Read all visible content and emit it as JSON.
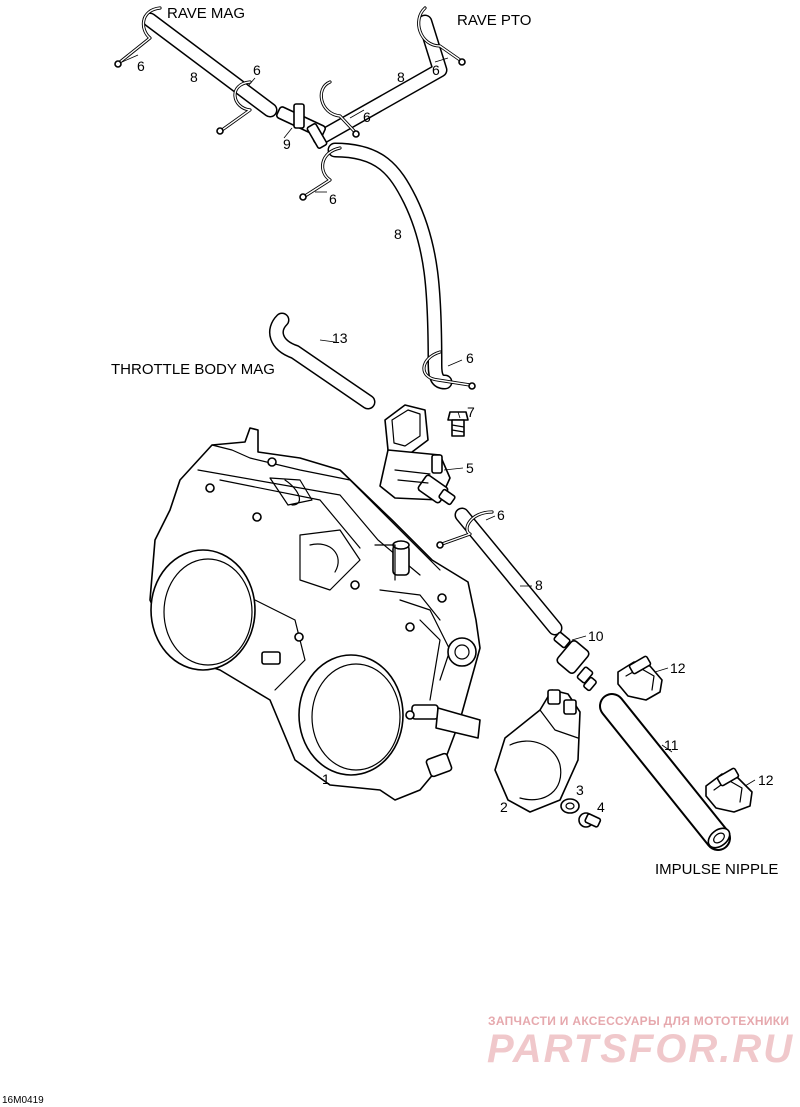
{
  "labels": {
    "rave_mag": "RAVE MAG",
    "rave_pto": "RAVE PTO",
    "throttle_body_mag": "THROTTLE BODY MAG",
    "impulse_nipple": "IMPULSE NIPPLE"
  },
  "callouts": {
    "c1": "1",
    "c2": "2",
    "c3": "3",
    "c4": "4",
    "c5": "5",
    "c6": "6",
    "c7": "7",
    "c8": "8",
    "c9": "9",
    "c10": "10",
    "c11": "11",
    "c12": "12",
    "c13": "13"
  },
  "drawing_code": "16M0419",
  "watermark": {
    "tagline": "ЗАПЧАСТИ И АКСЕССУАРЫ ДЛЯ МОТОТЕХНИКИ",
    "logo": "PARTSFOR.RU",
    "color": "#f0c8cb"
  }
}
